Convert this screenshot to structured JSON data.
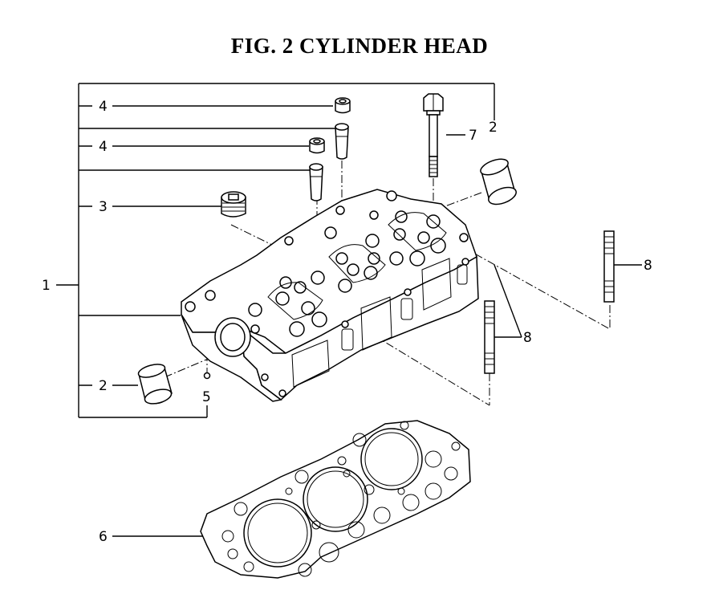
{
  "title": "FIG.  2  CYLINDER HEAD",
  "callouts": {
    "c1": "1",
    "c2_left": "2",
    "c2_right": "2",
    "c3": "3",
    "c4_top": "4",
    "c4_mid": "4",
    "c5": "5",
    "c6": "6",
    "c7": "7",
    "c8_left": "8",
    "c8_right": "8"
  }
}
